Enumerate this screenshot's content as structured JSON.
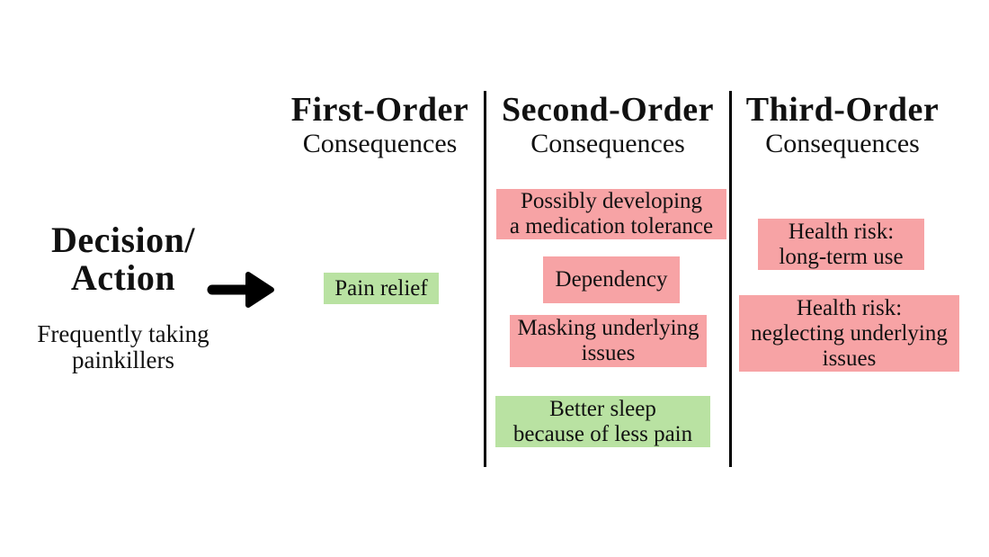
{
  "colors": {
    "positive_bg": "#b9e2a2",
    "negative_bg": "#f7a3a5",
    "line": "#000000",
    "text": "#111111"
  },
  "decision": {
    "title": "Decision/\nAction",
    "description": "Frequently taking\npainkillers"
  },
  "arrow": {
    "icon": "right-arrow"
  },
  "columns": [
    {
      "title": "First-Order",
      "subtitle": "Consequences",
      "boxes": [
        {
          "label": "Pain relief",
          "sentiment": "positive"
        }
      ]
    },
    {
      "title": "Second-Order",
      "subtitle": "Consequences",
      "boxes": [
        {
          "label": "Possibly developing\na medication tolerance",
          "sentiment": "negative"
        },
        {
          "label": "Dependency",
          "sentiment": "negative"
        },
        {
          "label": "Masking underlying\nissues",
          "sentiment": "negative"
        },
        {
          "label": "Better sleep\nbecause of less pain",
          "sentiment": "positive"
        }
      ]
    },
    {
      "title": "Third-Order",
      "subtitle": "Consequences",
      "boxes": [
        {
          "label": "Health risk:\nlong-term use",
          "sentiment": "negative"
        },
        {
          "label": "Health risk:\nneglecting underlying\nissues",
          "sentiment": "negative"
        }
      ]
    }
  ]
}
